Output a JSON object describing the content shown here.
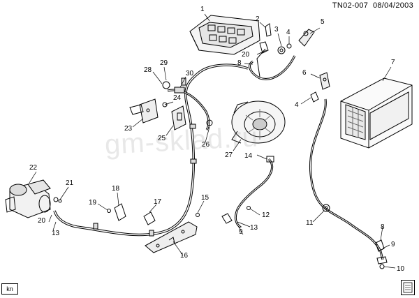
{
  "header": {
    "code": "TN02-007",
    "date": "08/04/2003"
  },
  "watermark": "gm-sklad.ru",
  "corner_tag": "kn",
  "callouts": [
    {
      "id": "c1",
      "label": "1"
    },
    {
      "id": "c2",
      "label": "2"
    },
    {
      "id": "c3",
      "label": "3"
    },
    {
      "id": "c4a",
      "label": "4"
    },
    {
      "id": "c5",
      "label": "5"
    },
    {
      "id": "c20a",
      "label": "20"
    },
    {
      "id": "c8a",
      "label": "8"
    },
    {
      "id": "c6",
      "label": "6"
    },
    {
      "id": "c7",
      "label": "7"
    },
    {
      "id": "c29",
      "label": "29"
    },
    {
      "id": "c28",
      "label": "28"
    },
    {
      "id": "c30",
      "label": "30"
    },
    {
      "id": "c24",
      "label": "24"
    },
    {
      "id": "c4b",
      "label": "4"
    },
    {
      "id": "c23",
      "label": "23"
    },
    {
      "id": "c25",
      "label": "25"
    },
    {
      "id": "c26",
      "label": "26"
    },
    {
      "id": "c27",
      "label": "27"
    },
    {
      "id": "c14",
      "label": "14"
    },
    {
      "id": "c22",
      "label": "22"
    },
    {
      "id": "c21",
      "label": "21"
    },
    {
      "id": "c18",
      "label": "18"
    },
    {
      "id": "c19",
      "label": "19"
    },
    {
      "id": "c17",
      "label": "17"
    },
    {
      "id": "c15",
      "label": "15"
    },
    {
      "id": "c12",
      "label": "12"
    },
    {
      "id": "c20b",
      "label": "20"
    },
    {
      "id": "c13a",
      "label": "13"
    },
    {
      "id": "c9a",
      "label": "9"
    },
    {
      "id": "c13b",
      "label": "13"
    },
    {
      "id": "c11",
      "label": "11"
    },
    {
      "id": "c8b",
      "label": "8"
    },
    {
      "id": "c9b",
      "label": "9"
    },
    {
      "id": "c16",
      "label": "16"
    },
    {
      "id": "c10",
      "label": "10"
    }
  ]
}
